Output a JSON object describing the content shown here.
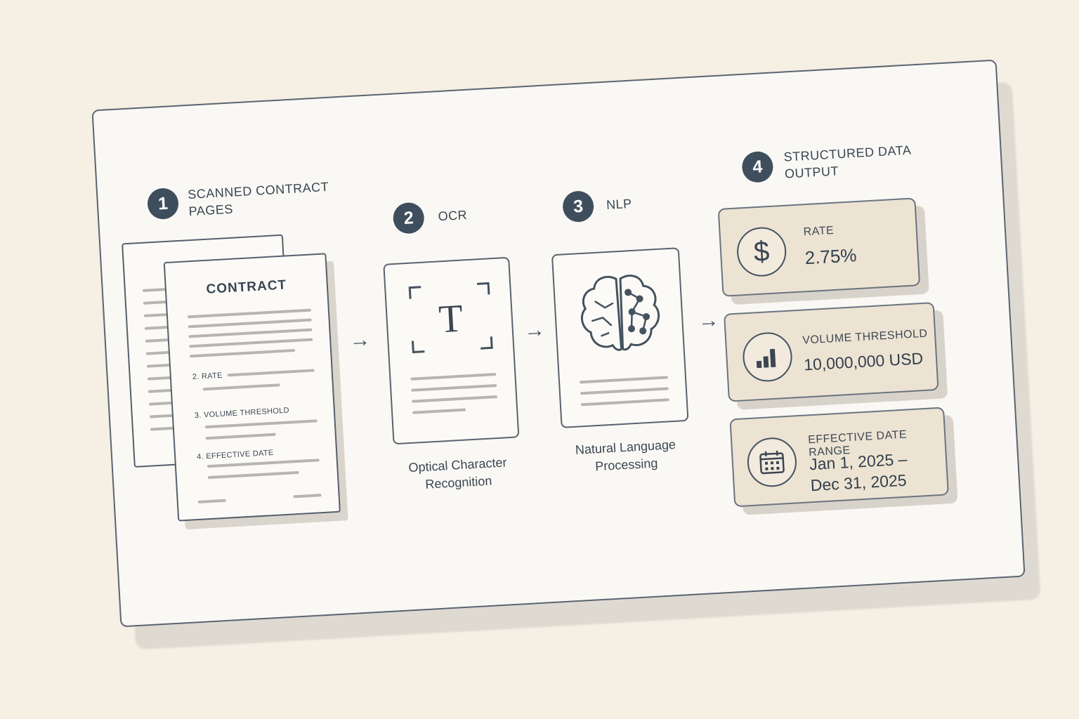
{
  "steps": [
    {
      "number": "1",
      "title_line1": "SCANNED CONTRACT",
      "title_line2": "PAGES"
    },
    {
      "number": "2",
      "title": "OCR",
      "caption_line1": "Optical Character",
      "caption_line2": "Recognition"
    },
    {
      "number": "3",
      "title": "NLP",
      "caption_line1": "Natural Language",
      "caption_line2": "Processing"
    },
    {
      "number": "4",
      "title_line1": "STRUCTURED DATA",
      "title_line2": "OUTPUT"
    }
  ],
  "document": {
    "heading": "CONTRACT",
    "items": [
      {
        "num": "2.",
        "label": "RATE"
      },
      {
        "num": "3.",
        "label": "VOLUME THRESHOLD"
      },
      {
        "num": "4.",
        "label": "EFFECTIVE DATE"
      }
    ]
  },
  "ocr": {
    "glyph": "T"
  },
  "arrows": [
    "→",
    "→",
    "→"
  ],
  "outputs": [
    {
      "label": "RATE",
      "value": "2.75%",
      "icon": "dollar-icon",
      "icon_glyph": "$"
    },
    {
      "label": "VOLUME THRESHOLD",
      "value": "10,000,000 USD",
      "icon": "bar-chart-icon"
    },
    {
      "label": "EFFECTIVE DATE RANGE",
      "value_line1": "Jan 1, 2025 –",
      "value_line2": "Dec 31, 2025",
      "icon": "calendar-icon"
    }
  ],
  "colors": {
    "background": "#f5efe4",
    "badge": "#3f4e5c",
    "output_card": "#ece3d3"
  }
}
